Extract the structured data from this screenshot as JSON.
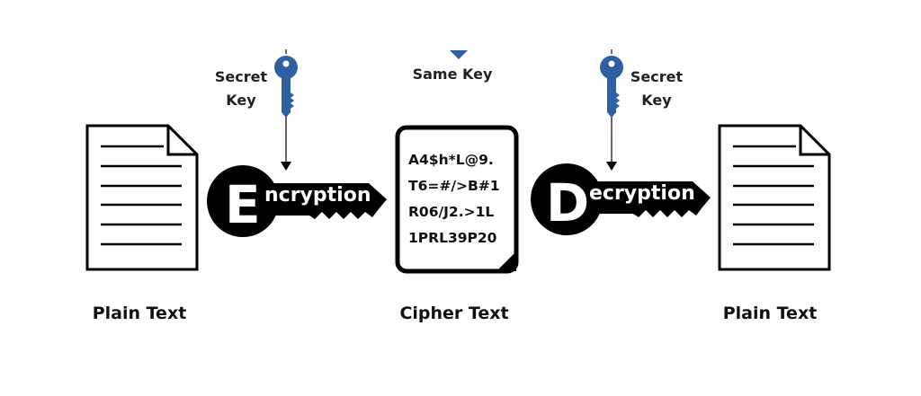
{
  "left_document": {
    "label": "Plain Text"
  },
  "cipher_document": {
    "label": "Cipher Text",
    "lines": [
      "A4$h*L@9.",
      "T6=#/>B#1",
      "R06/J2.>1L",
      "1PRL39P20"
    ]
  },
  "right_document": {
    "label": "Plain Text"
  },
  "encryption": {
    "initial": "E",
    "rest": "ncryption"
  },
  "decryption": {
    "initial": "D",
    "rest": "ecryption"
  },
  "secret_key_left": {
    "line1": "Secret",
    "line2": "Key"
  },
  "secret_key_right": {
    "line1": "Secret",
    "line2": "Key"
  },
  "same_key": {
    "label": "Same Key"
  },
  "colors": {
    "key_blue": "#2e5f9e",
    "black": "#000000"
  }
}
